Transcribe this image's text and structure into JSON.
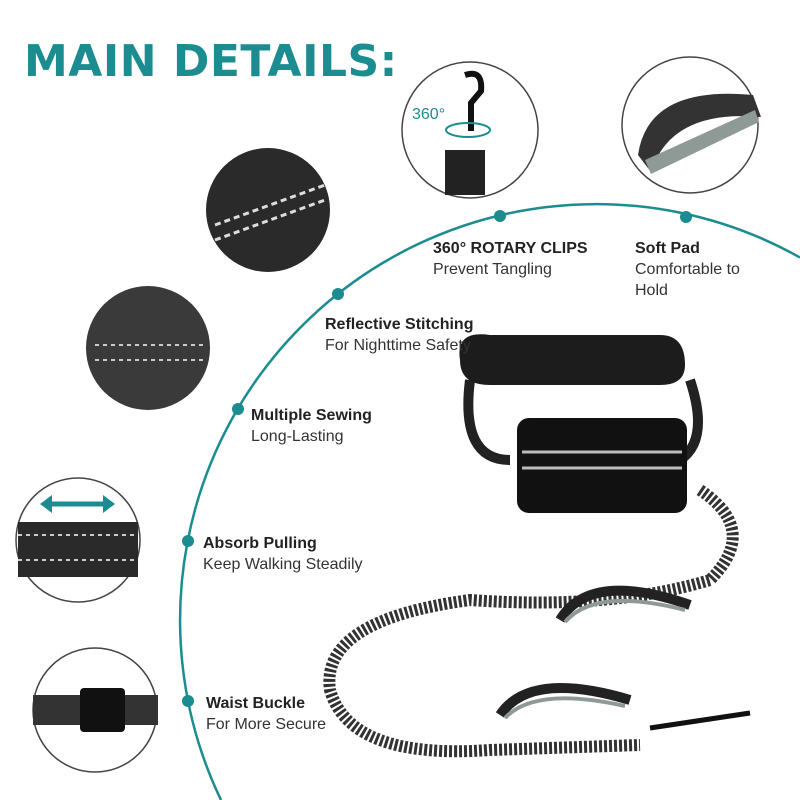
{
  "heading": "MAIN DETAILS:",
  "accent_color": "#1b8c8f",
  "rotation_label": "360°",
  "features": [
    {
      "title": "360°  ROTARY CLIPS",
      "subtitle": "Prevent Tangling"
    },
    {
      "title": "Soft Pad",
      "subtitle": "Comfortable to Hold"
    },
    {
      "title": "Reflective Stitching",
      "subtitle": "For Nighttime Safety"
    },
    {
      "title": "Multiple Sewing",
      "subtitle": "Long-Lasting"
    },
    {
      "title": "Absorb Pulling",
      "subtitle": "Keep Walking Steadily"
    },
    {
      "title": "Waist Buckle",
      "subtitle": "For More Secure"
    }
  ]
}
